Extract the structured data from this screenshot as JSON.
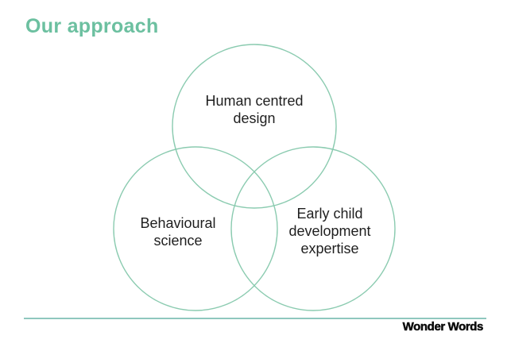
{
  "slide": {
    "title": "Our approach",
    "colors": {
      "background": "#ffffff",
      "title_color": "#6cc0a0",
      "circle_stroke": "#8bcbb0",
      "divider_color": "#8fc7be",
      "label_text": "#1f1f1f",
      "logo_color": "#0d0d0d"
    },
    "venn": {
      "circles": [
        {
          "id": "human-centred-design",
          "label": "Human centred\ndesign"
        },
        {
          "id": "behavioural-science",
          "label": "Behavioural\nscience"
        },
        {
          "id": "early-child-development-expertise",
          "label": "Early child\ndevelopment\nexpertise"
        }
      ]
    },
    "footer": {
      "logo": "Wonder Words"
    }
  }
}
